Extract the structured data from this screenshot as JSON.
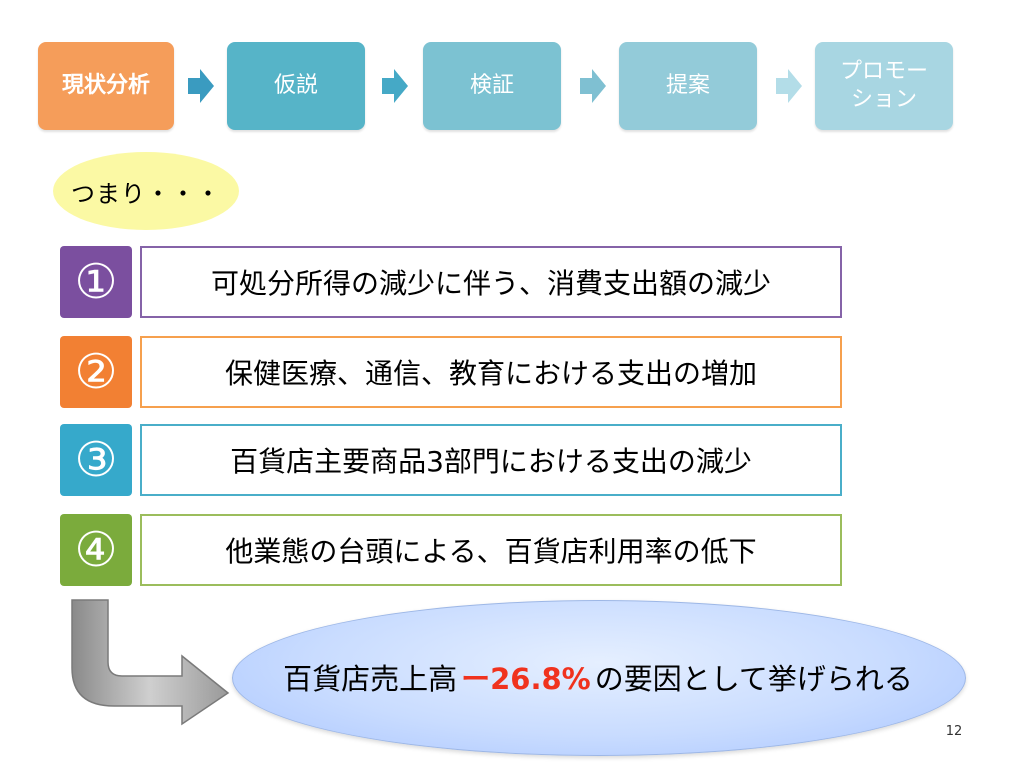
{
  "steps": [
    {
      "label": "現状分析",
      "color": "#f59d5a"
    },
    {
      "label": "仮説",
      "color": "#56b4c8"
    },
    {
      "label": "検証",
      "color": "#7cc2d2"
    },
    {
      "label": "提案",
      "color": "#93cbd9"
    },
    {
      "label": "プロモー\nション",
      "color": "#a8d6e2"
    }
  ],
  "callout": "つまり・・・",
  "findings": [
    {
      "number": "①",
      "text": "可処分所得の減少に伴う、消費支出額の減少",
      "color": "#7b4f9f",
      "border": "#8563a8"
    },
    {
      "number": "②",
      "text": "保健医療、通信、教育における支出の増加",
      "color": "#f28033",
      "border": "#f6a04e"
    },
    {
      "number": "③",
      "text": "百貨店主要商品3部門における支出の減少",
      "color": "#36a9cb",
      "border": "#4aaec9"
    },
    {
      "number": "④",
      "text": "他業態の台頭による、百貨店利用率の低下",
      "color": "#7bab3c",
      "border": "#9bbd5c"
    }
  ],
  "conclusion": {
    "prefix": "百貨店売上高",
    "highlight": "ー26.8%",
    "suffix": "の要因として挙げられる"
  },
  "page_number": "12"
}
